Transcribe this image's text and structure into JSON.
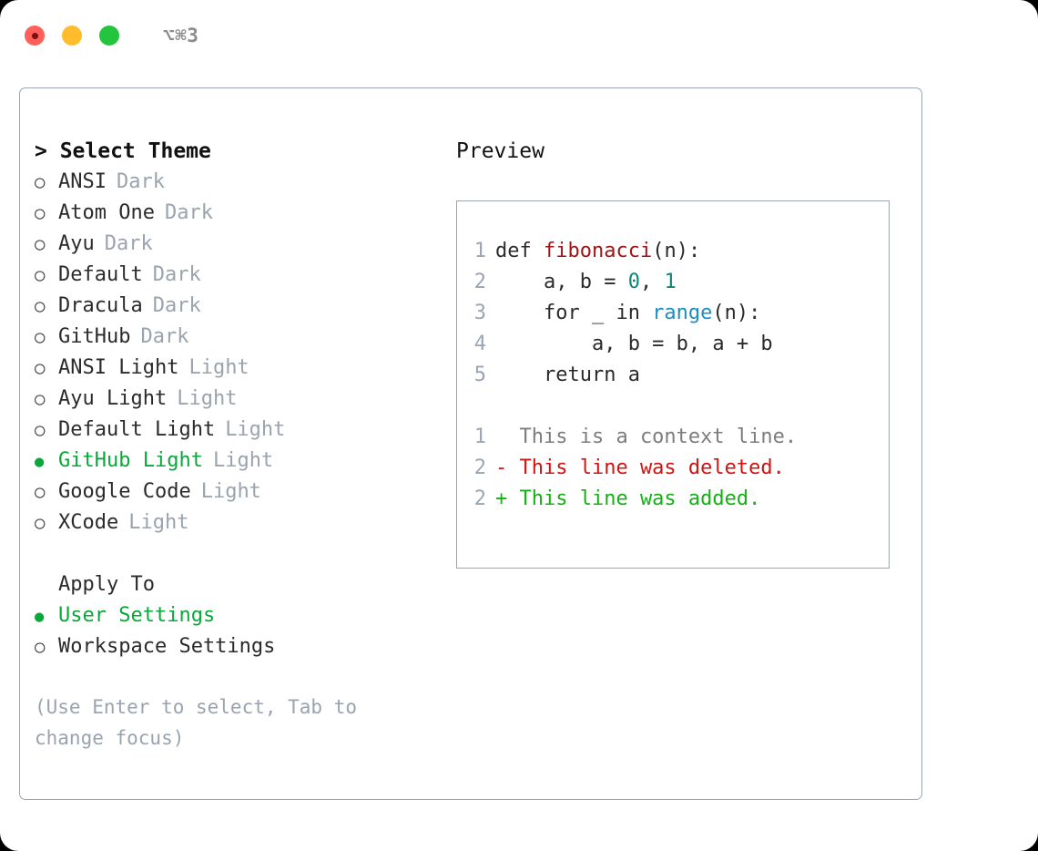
{
  "titlebar": {
    "shortcut": "⌥⌘3",
    "dots": [
      {
        "name": "close",
        "color": "#ff6059"
      },
      {
        "name": "minimize",
        "color": "#ffbd2e"
      },
      {
        "name": "maximize",
        "color": "#23c53f"
      }
    ]
  },
  "theme_list": {
    "header": "> Select Theme",
    "bullet_unselected": "○",
    "bullet_selected": "●",
    "items": [
      {
        "label": "ANSI",
        "tag": "Dark",
        "selected": false
      },
      {
        "label": "Atom One",
        "tag": "Dark",
        "selected": false
      },
      {
        "label": "Ayu",
        "tag": "Dark",
        "selected": false
      },
      {
        "label": "Default",
        "tag": "Dark",
        "selected": false
      },
      {
        "label": "Dracula",
        "tag": "Dark",
        "selected": false
      },
      {
        "label": "GitHub",
        "tag": "Dark",
        "selected": false
      },
      {
        "label": "ANSI Light",
        "tag": "Light",
        "selected": false
      },
      {
        "label": "Ayu Light",
        "tag": "Light",
        "selected": false
      },
      {
        "label": "Default Light",
        "tag": "Light",
        "selected": false
      },
      {
        "label": "GitHub Light",
        "tag": "Light",
        "selected": true
      },
      {
        "label": "Google Code",
        "tag": "Light",
        "selected": false
      },
      {
        "label": "XCode",
        "tag": "Light",
        "selected": false
      }
    ]
  },
  "apply_to": {
    "header": "Apply To",
    "options": [
      {
        "label": "User Settings",
        "selected": true
      },
      {
        "label": "Workspace Settings",
        "selected": false
      }
    ]
  },
  "hint": "(Use Enter to select, Tab to change focus)",
  "preview": {
    "title": "Preview",
    "code_lines": [
      {
        "no": "1",
        "parts": [
          {
            "t": "def ",
            "c": "plain"
          },
          {
            "t": "fibonacci",
            "c": "fn"
          },
          {
            "t": "(n):",
            "c": "plain"
          }
        ]
      },
      {
        "no": "2",
        "parts": [
          {
            "t": "    a, b = ",
            "c": "plain"
          },
          {
            "t": "0",
            "c": "num"
          },
          {
            "t": ", ",
            "c": "plain"
          },
          {
            "t": "1",
            "c": "num"
          }
        ]
      },
      {
        "no": "3",
        "parts": [
          {
            "t": "    for _ in ",
            "c": "plain"
          },
          {
            "t": "range",
            "c": "call"
          },
          {
            "t": "(n):",
            "c": "plain"
          }
        ]
      },
      {
        "no": "4",
        "parts": [
          {
            "t": "        a, b = b, a + b",
            "c": "plain"
          }
        ]
      },
      {
        "no": "5",
        "parts": [
          {
            "t": "    return a",
            "c": "plain"
          }
        ]
      }
    ],
    "diff_lines": [
      {
        "no": "1",
        "kind": "ctx",
        "text": "  This is a context line."
      },
      {
        "no": "2",
        "kind": "del",
        "text": "- This line was deleted."
      },
      {
        "no": "2",
        "kind": "add",
        "text": "+ This line was added."
      }
    ]
  },
  "colors": {
    "accent_green": "#09a83a",
    "tag_gray": "#9aa3ae",
    "border": "#9aa5b4",
    "diff_add": "#14b014",
    "diff_del": "#d01412",
    "syntax_function": "#a31515",
    "syntax_number": "#0f8576",
    "syntax_call": "#1b8fc4"
  }
}
